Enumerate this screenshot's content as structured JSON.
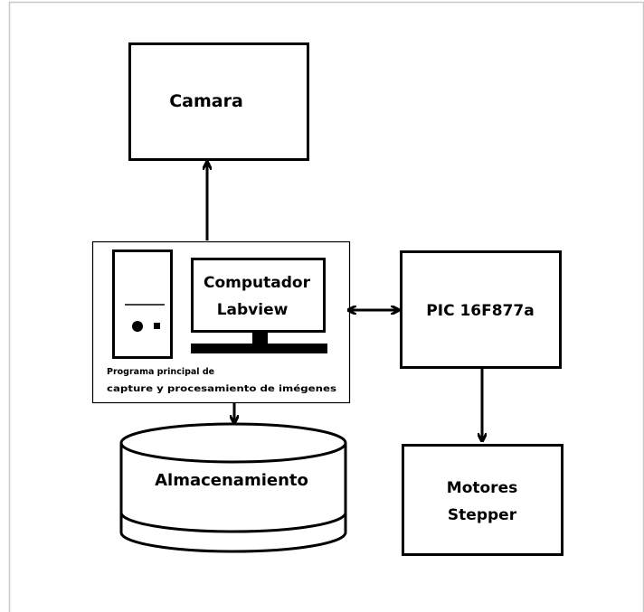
{
  "diagram": {
    "nodes": {
      "camara": {
        "label": "Camara"
      },
      "computador": {
        "screen_lines": [
          "Computador",
          "Labview"
        ],
        "caption_lines": [
          "Programa principal de",
          "capture y procesamiento de imégenes"
        ]
      },
      "pic": {
        "label": "PIC 16F877a"
      },
      "almacenamiento": {
        "label": "Almacenamiento"
      },
      "motores": {
        "lines": [
          "Motores",
          "Stepper"
        ]
      }
    },
    "edges": [
      {
        "from": "computador",
        "to": "camara",
        "direction": "forward"
      },
      {
        "from": "computador",
        "to": "pic",
        "direction": "bidirectional"
      },
      {
        "from": "computador",
        "to": "almacenamiento",
        "direction": "forward"
      },
      {
        "from": "pic",
        "to": "motores",
        "direction": "forward"
      }
    ],
    "colors": {
      "stroke": "#000000",
      "fill": "#ffffff",
      "frame": "#c8c8c8"
    }
  }
}
